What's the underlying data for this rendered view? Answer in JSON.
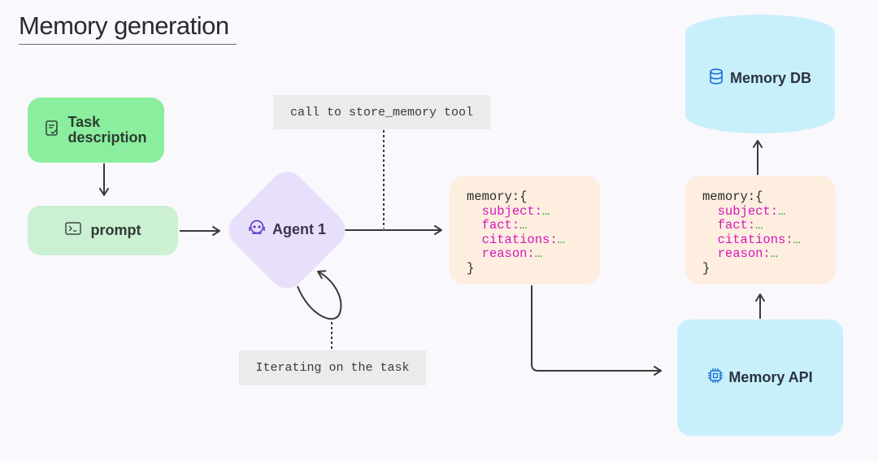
{
  "title": "Memory generation",
  "nodes": {
    "task": {
      "label_line1": "Task",
      "label_line2": "description",
      "icon": "document-check-icon"
    },
    "prompt": {
      "label": "prompt",
      "icon": "terminal-icon"
    },
    "agent": {
      "label": "Agent 1",
      "icon": "robot-icon"
    },
    "memory_api": {
      "label": "Memory API",
      "icon": "chip-icon"
    },
    "memory_db": {
      "label": "Memory DB",
      "icon": "database-icon"
    }
  },
  "callouts": {
    "tool_call": "call to store_memory tool",
    "iterating": "Iterating on the task"
  },
  "memory_object": {
    "open": "memory:{",
    "fields": [
      {
        "key": "subject:",
        "value": "…"
      },
      {
        "key": "fact:",
        "value": "…"
      },
      {
        "key": "citations:",
        "value": "…"
      },
      {
        "key": "reason:",
        "value": "…"
      }
    ],
    "close": "}"
  },
  "colors": {
    "task_fill": "#8aee9e",
    "prompt_fill": "#cbf0d2",
    "agent_fill": "#e8e0fb",
    "memory_fill": "#fdeee0",
    "api_fill": "#c8f0fb",
    "db_fill": "#c8f0fb",
    "key_color": "#d417b8",
    "value_color": "#18a818"
  }
}
